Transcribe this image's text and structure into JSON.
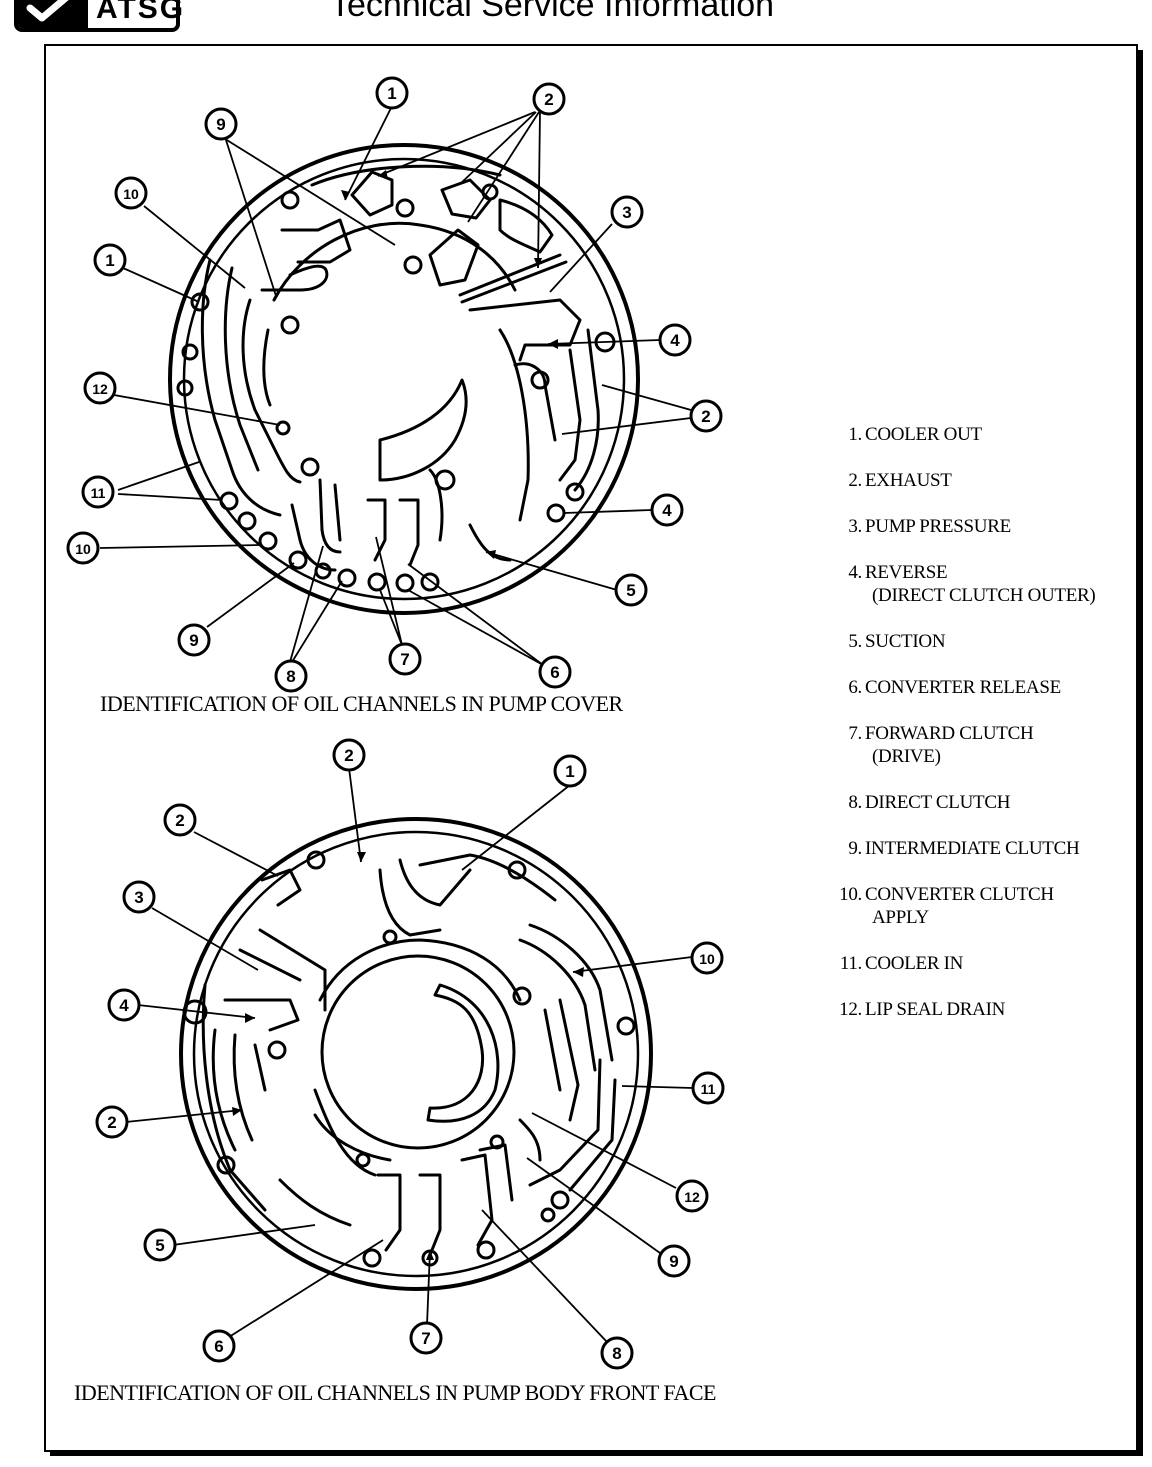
{
  "header": {
    "logo_text": "ATSG",
    "title": "Technical Service Information"
  },
  "figures": [
    {
      "caption": "IDENTIFICATION  OF OIL CHANNELS IN PUMP COVER",
      "callouts": [
        "1",
        "2",
        "9",
        "10",
        "1",
        "3",
        "4",
        "12",
        "2",
        "11",
        "4",
        "10",
        "5",
        "9",
        "8",
        "7",
        "6"
      ]
    },
    {
      "caption": "IDENTIFICATION OF OIL CHANNELS IN PUMP BODY FRONT FACE",
      "callouts": [
        "2",
        "1",
        "2",
        "3",
        "10",
        "4",
        "11",
        "2",
        "12",
        "9",
        "5",
        "6",
        "7",
        "8"
      ]
    }
  ],
  "legend": [
    {
      "num": "1.",
      "text": "COOLER OUT",
      "sub": ""
    },
    {
      "num": "2.",
      "text": "EXHAUST",
      "sub": ""
    },
    {
      "num": "3.",
      "text": "PUMP PRESSURE",
      "sub": ""
    },
    {
      "num": "4.",
      "text": "REVERSE",
      "sub": "(DIRECT CLUTCH OUTER)"
    },
    {
      "num": "5.",
      "text": "SUCTION",
      "sub": ""
    },
    {
      "num": "6.",
      "text": "CONVERTER RELEASE",
      "sub": ""
    },
    {
      "num": "7.",
      "text": "FORWARD CLUTCH",
      "sub": "(DRIVE)"
    },
    {
      "num": "8.",
      "text": "DIRECT CLUTCH",
      "sub": ""
    },
    {
      "num": "9.",
      "text": "INTERMEDIATE CLUTCH",
      "sub": ""
    },
    {
      "num": "10.",
      "text": "CONVERTER CLUTCH",
      "sub": "APPLY"
    },
    {
      "num": "11.",
      "text": "COOLER IN",
      "sub": ""
    },
    {
      "num": "12.",
      "text": "LIP SEAL DRAIN",
      "sub": ""
    }
  ]
}
